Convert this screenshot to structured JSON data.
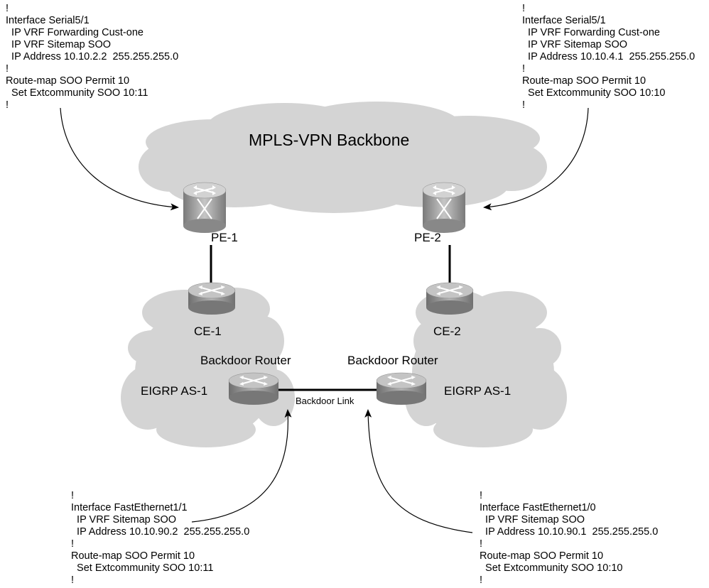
{
  "backbone_label": "MPLS-VPN Backbone",
  "routers": {
    "pe1": "PE-1",
    "pe2": "PE-2",
    "ce1": "CE-1",
    "ce2": "CE-2",
    "backdoor_left": "Backdoor Router",
    "backdoor_right": "Backdoor Router"
  },
  "sites": {
    "left": "EIGRP AS-1",
    "right": "EIGRP AS-1"
  },
  "link_label": "Backdoor Link",
  "configs": {
    "pe1": [
      "!",
      "Interface Serial5/1",
      "  IP VRF Forwarding Cust-one",
      "  IP VRF Sitemap SOO",
      "  IP Address 10.10.2.2  255.255.255.0",
      "!",
      "Route-map SOO Permit 10",
      "  Set Extcommunity SOO 10:11",
      "!"
    ],
    "pe2": [
      "!",
      "Interface Serial5/1",
      "  IP VRF Forwarding Cust-one",
      "  IP VRF Sitemap SOO",
      "  IP Address 10.10.4.1  255.255.255.0",
      "!",
      "Route-map SOO Permit 10",
      "  Set Extcommunity SOO 10:10",
      "!"
    ],
    "backdoor_left": [
      "!",
      "Interface FastEthernet1/1",
      "  IP VRF Sitemap SOO",
      "  IP Address 10.10.90.2  255.255.255.0",
      "!",
      "Route-map SOO Permit 10",
      "  Set Extcommunity SOO 10:11",
      "!"
    ],
    "backdoor_right": [
      "!",
      "Interface FastEthernet1/0",
      "  IP VRF Sitemap SOO",
      "  IP Address 10.10.90.1  255.255.255.0",
      "!",
      "Route-map SOO Permit 10",
      "  Set Extcommunity SOO 10:10",
      "!"
    ]
  },
  "colors": {
    "cloud": "#d4d4d4",
    "router_body": "#9a9a9a",
    "router_top": "#c8c8c8",
    "pe_body": "#a8a8a8",
    "line": "#000000"
  },
  "icons": {
    "pe_router": "mpls-switch-router-icon",
    "ce_router": "router-icon"
  }
}
